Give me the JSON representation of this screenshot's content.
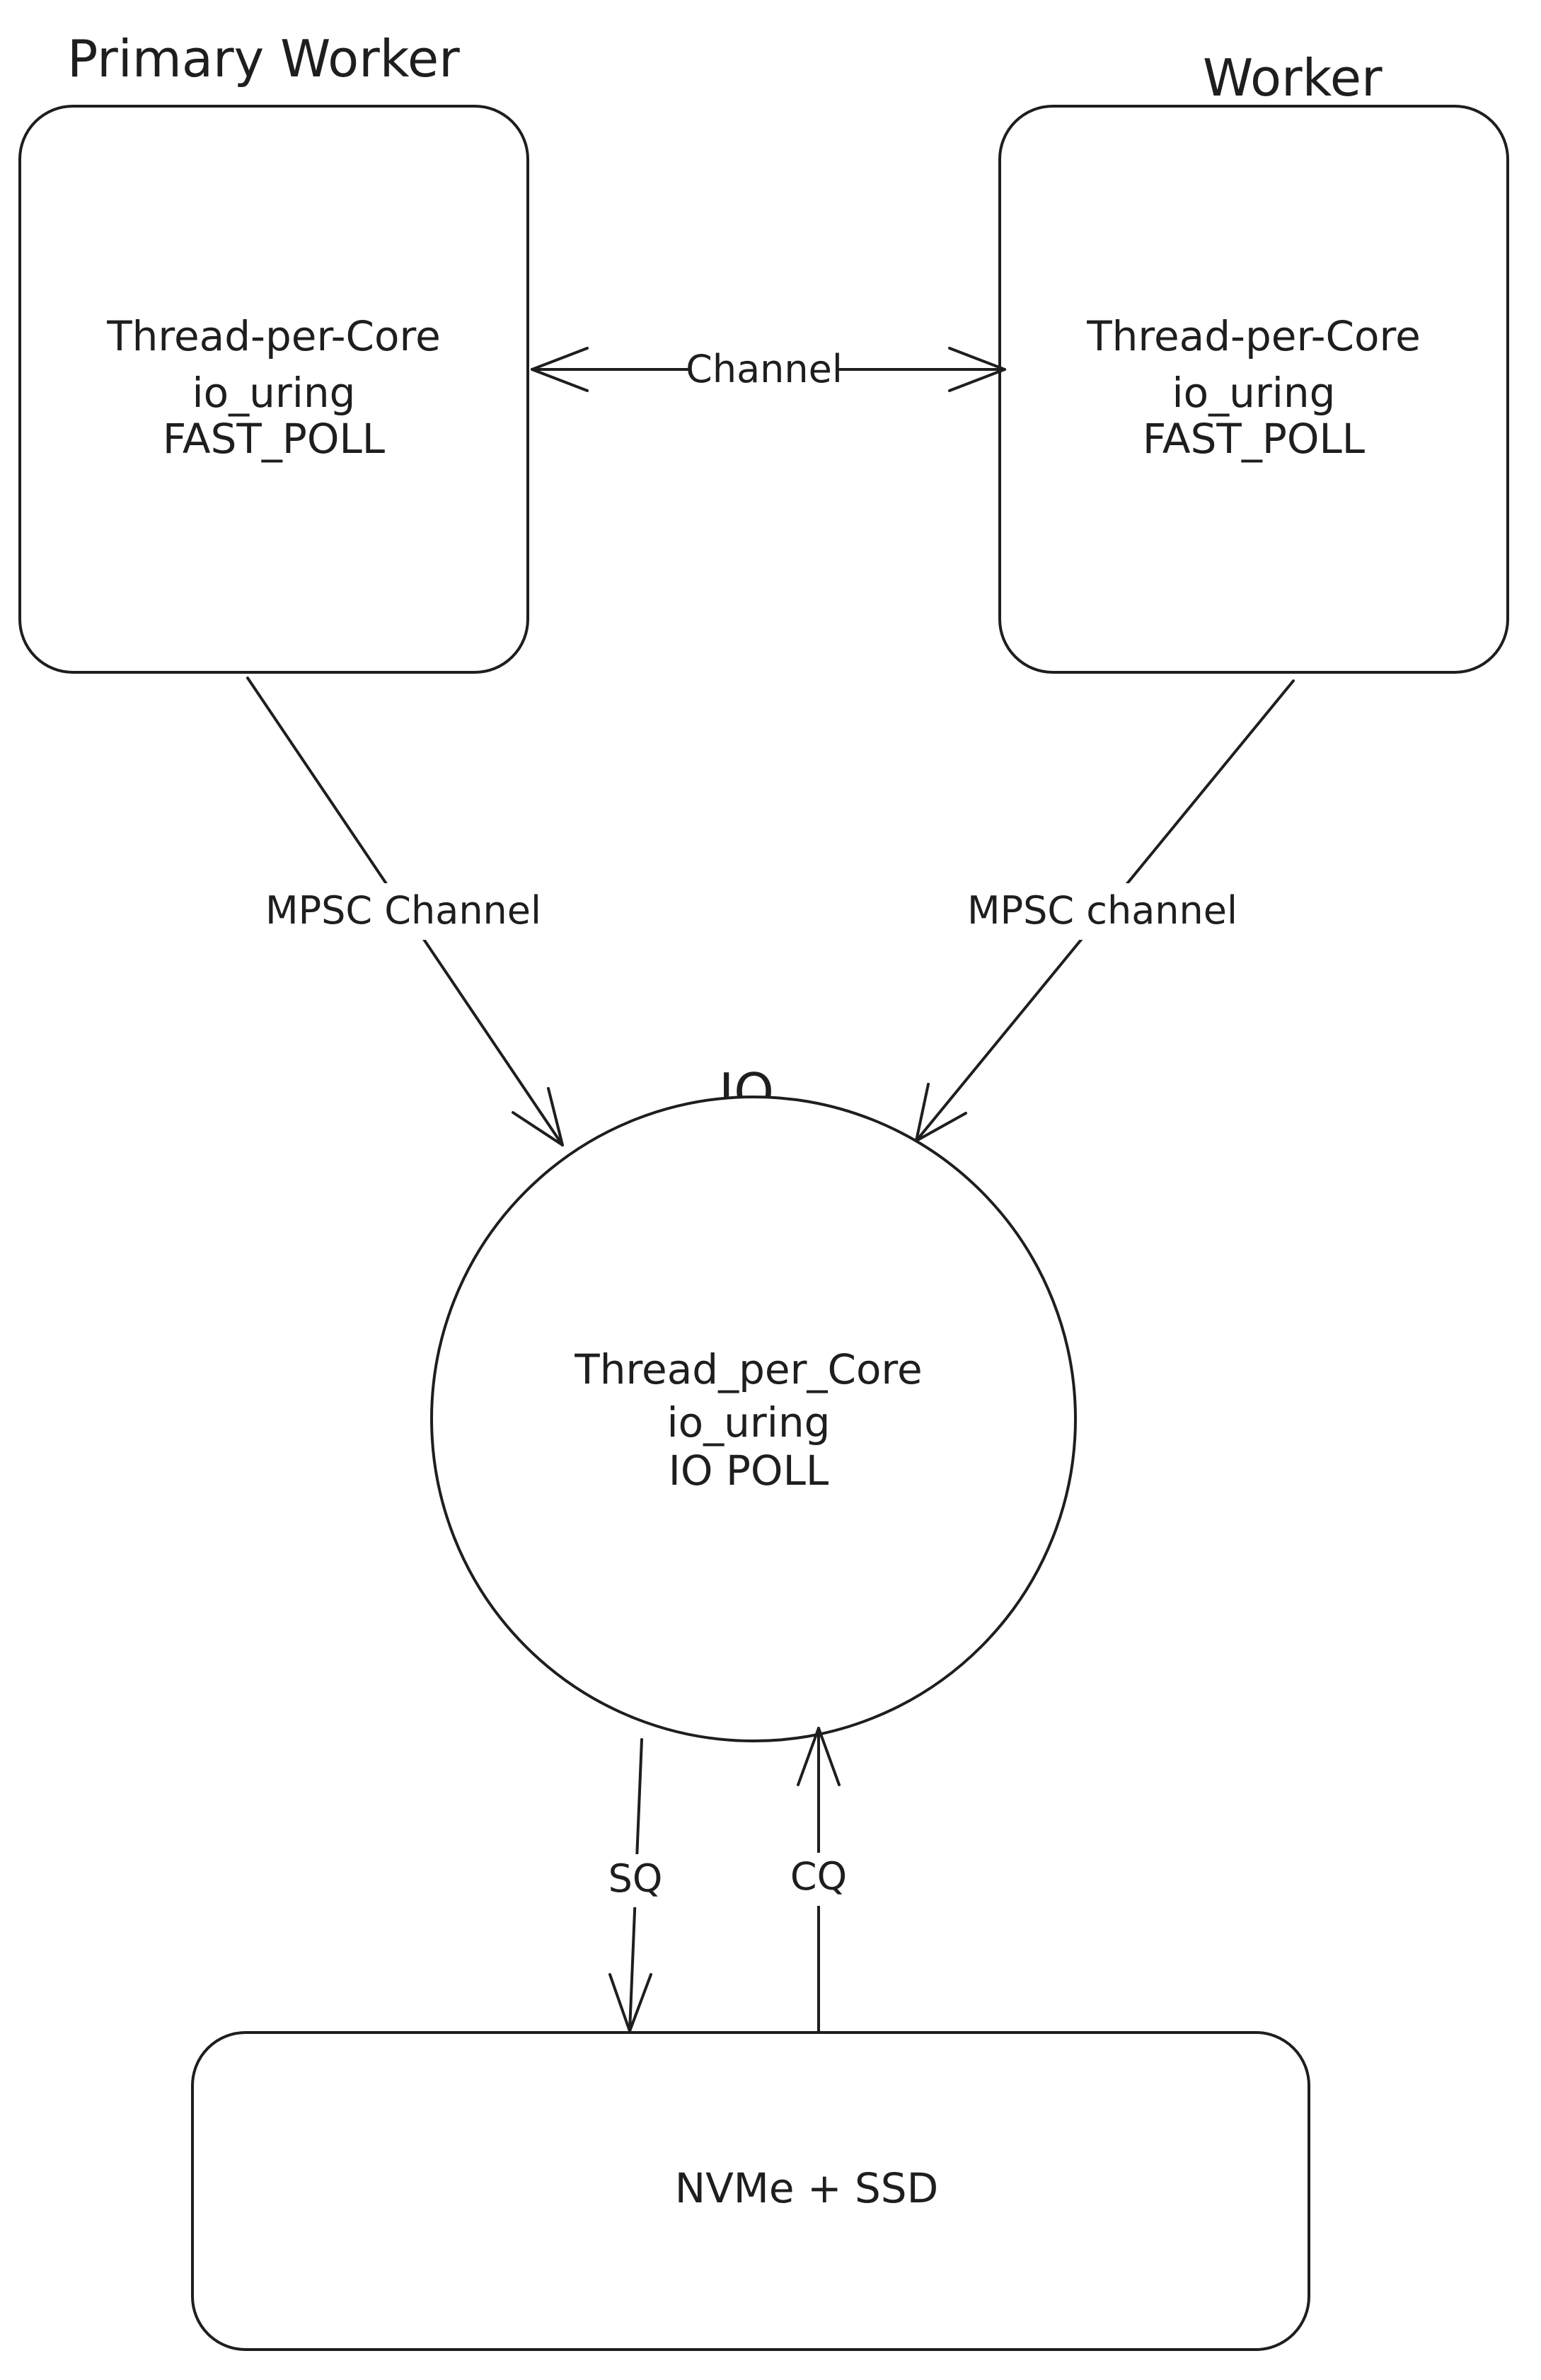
{
  "nodes": {
    "primary_worker": {
      "title": "Primary Worker",
      "lines": [
        "Thread-per-Core",
        "io_uring",
        "FAST_POLL"
      ]
    },
    "worker": {
      "title": "Worker",
      "lines": [
        "Thread-per-Core",
        "io_uring",
        "FAST_POLL"
      ]
    },
    "io": {
      "title": "IO",
      "lines": [
        "Thread_per_Core",
        "io_uring",
        "IO POLL"
      ]
    },
    "storage": {
      "label": "NVMe + SSD"
    }
  },
  "edges": {
    "channel": "Channel",
    "mpsc_left": "MPSC Channel",
    "mpsc_right": "MPSC channel",
    "sq": "SQ",
    "cq": "CQ"
  }
}
